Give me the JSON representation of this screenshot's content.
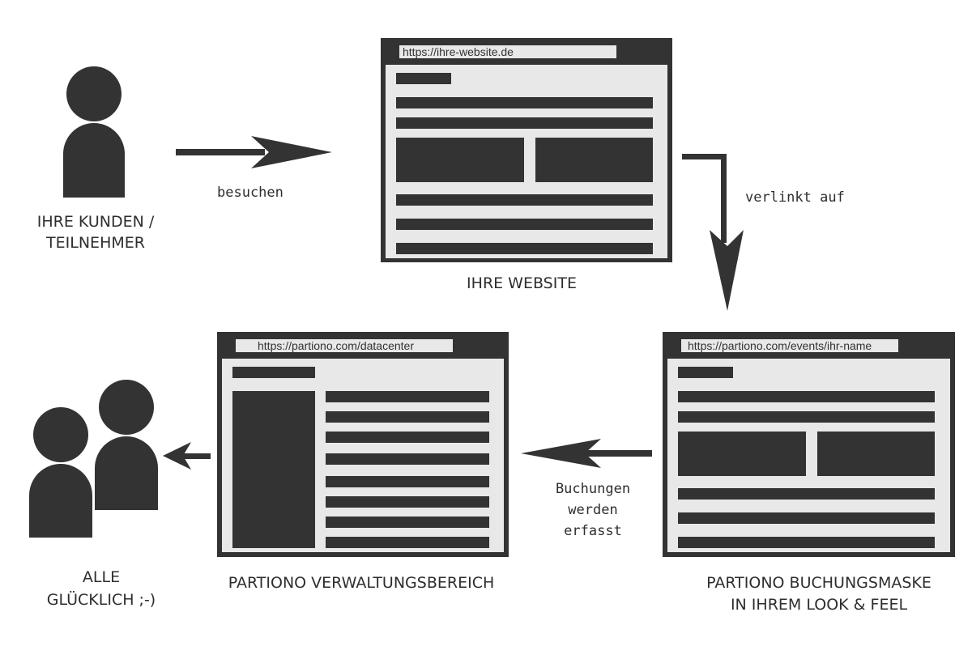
{
  "colors": {
    "ink": "#333333",
    "screen": "#e8e8e8",
    "urlbar": "#e8e8e8",
    "background": "#ffffff"
  },
  "browsers": {
    "website": {
      "url": "https://ihre-website.de",
      "caption": "IHRE WEBSITE"
    },
    "booking": {
      "url": "https://partiono.com/events/ihr-name",
      "caption_line1": "PARTIONO BUCHUNGSMASKE",
      "caption_line2": "IN IHREM LOOK & FEEL"
    },
    "datacenter": {
      "url": "https://partiono.com/datacenter",
      "caption": "PARTIONO VERWALTUNGSBEREICH"
    }
  },
  "actors": {
    "customer": {
      "line1": "IHRE KUNDEN /",
      "line2": "TEILNEHMER",
      "icon": "person-icon"
    },
    "team": {
      "line1": "ALLE",
      "line2": "GLÜCKLICH ;-)",
      "icon": "group-icon"
    }
  },
  "arrows": {
    "visit": "besuchen",
    "links_to": "verlinkt auf",
    "bookings": {
      "line1": "Buchungen",
      "line2": "werden",
      "line3": "erfasst"
    }
  }
}
